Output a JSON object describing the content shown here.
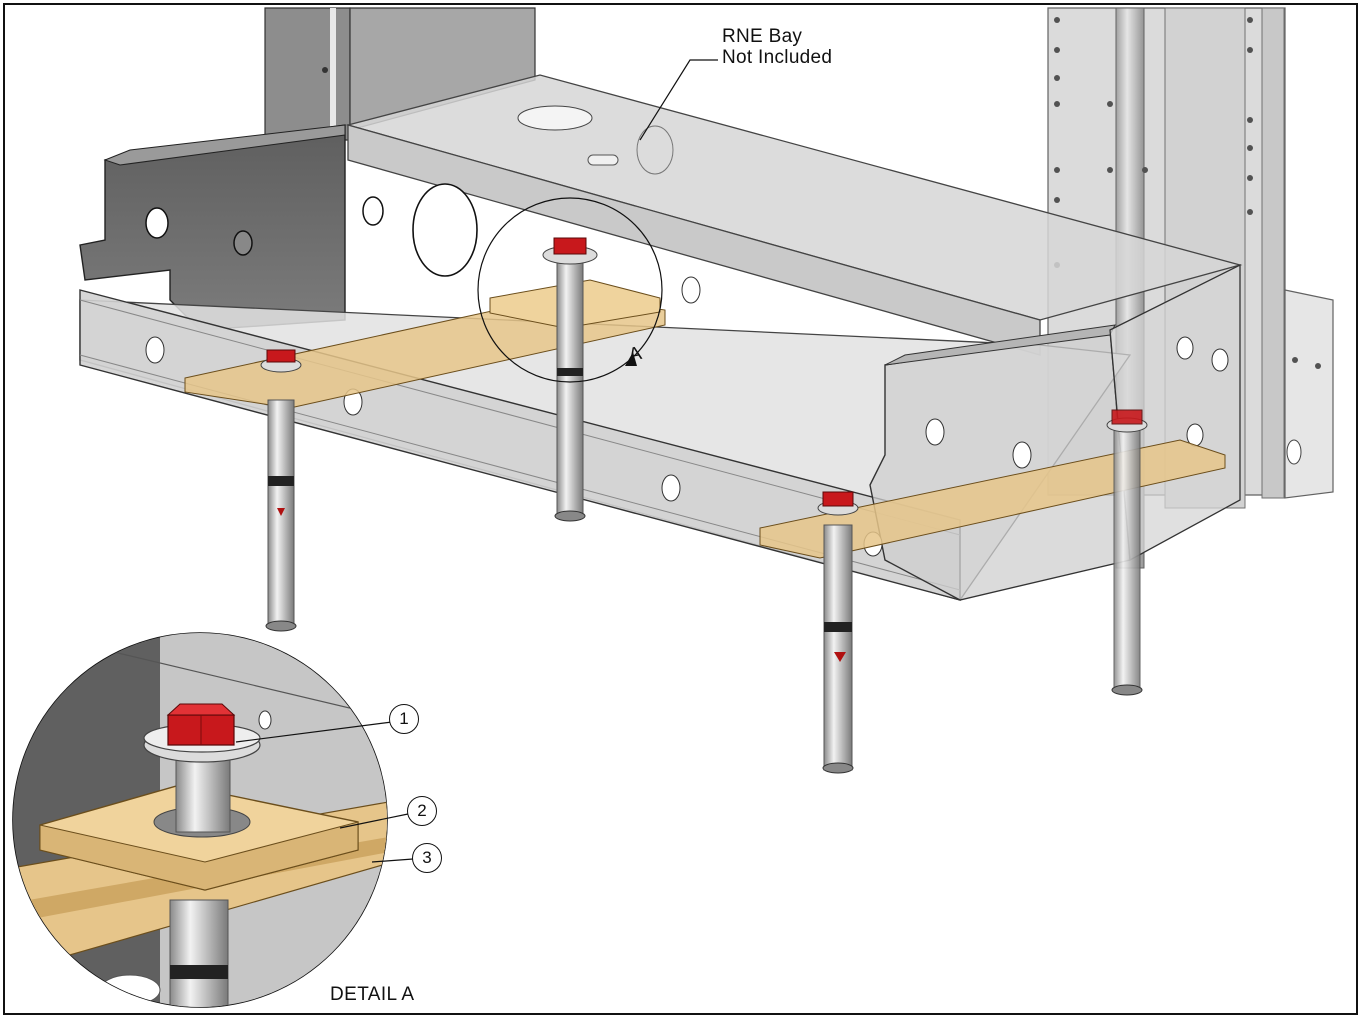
{
  "callout": {
    "line1": "RNE Bay",
    "line2": "Not Included"
  },
  "detail": {
    "title": "DETAIL A",
    "view_letter": "A"
  },
  "balloons": [
    {
      "number": "1",
      "part": "bolt-and-washer"
    },
    {
      "number": "2",
      "part": "square-washer-plate"
    },
    {
      "number": "3",
      "part": "shim-bar"
    }
  ],
  "colors": {
    "steel_dark": "#6d6d6d",
    "steel_light": "#c9c9c9",
    "steel_translucent": "#d8d8d8",
    "shim_wood": "#e8c98e",
    "bolt_head_red": "#c8181c",
    "band_black": "#222222",
    "border": "#111111"
  }
}
